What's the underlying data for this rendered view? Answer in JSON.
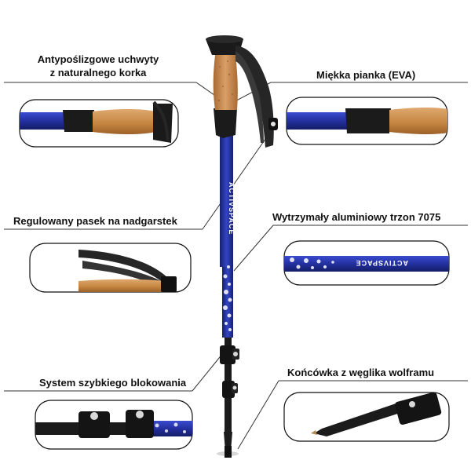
{
  "labels": {
    "cork_grip": [
      "Antypoślizgowe uchwyty",
      "z naturalnego korka"
    ],
    "eva_foam": "Miękka pianka (EVA)",
    "wrist_strap": "Regulowany pasek na nadgarstek",
    "aluminium_shaft": "Wytrzymały aluminiowy trzon 7075",
    "quick_lock": "System szybkiego blokowania",
    "carbide_tip": "Końcówka z węglika wolframu"
  },
  "brand": "ACTIVSPACE",
  "colors": {
    "shaft_blue": "#1f2f9c",
    "cork": "#c98a4b",
    "foam": "#1b1b1b",
    "strap": "#262626",
    "outline": "#111111",
    "leader_line": "#333333"
  }
}
